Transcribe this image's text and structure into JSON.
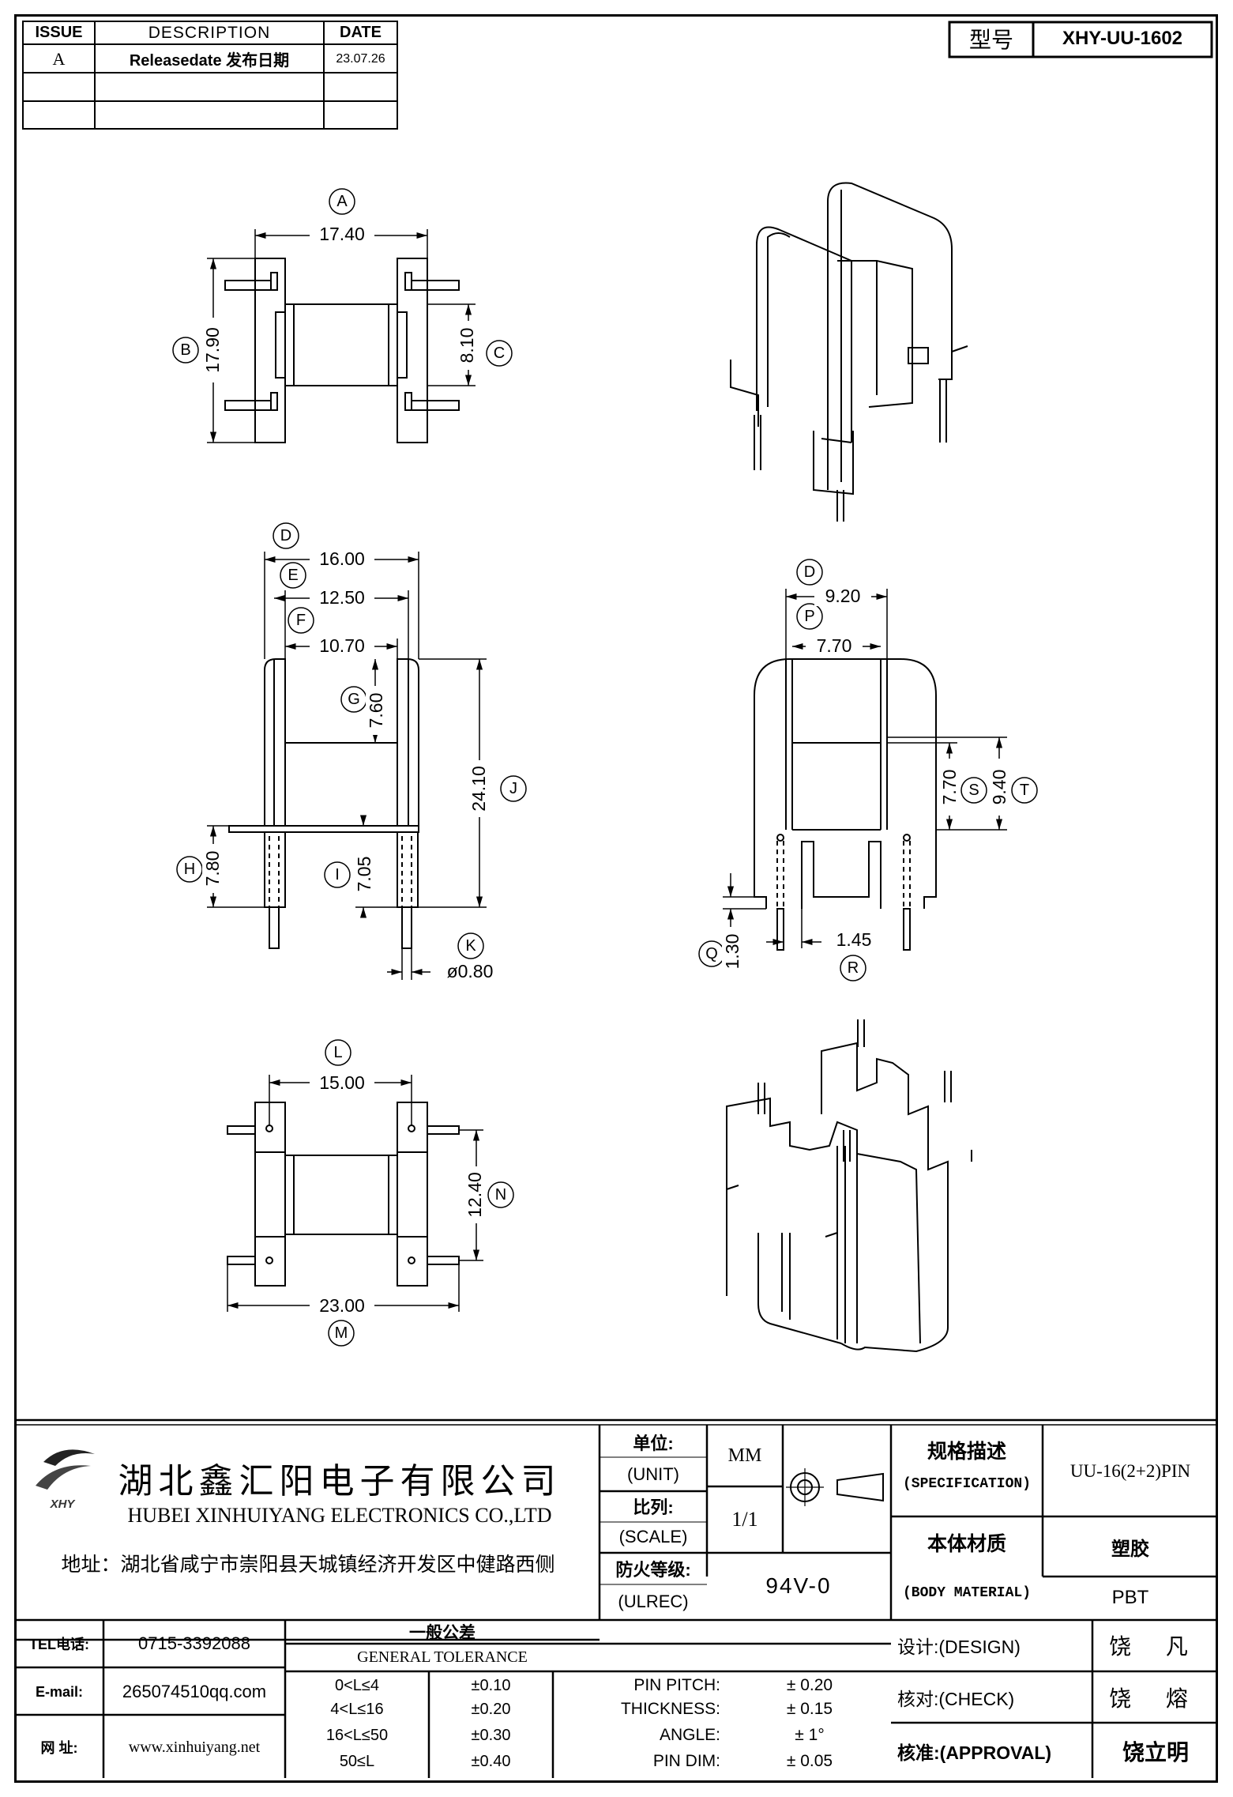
{
  "revision": {
    "headers": {
      "issue": "ISSUE",
      "description": "DESCRIPTION",
      "date": "DATE"
    },
    "rows": [
      {
        "issue": "A",
        "description": "Releasedate 发布日期",
        "date": "23.07.26"
      },
      {
        "issue": "",
        "description": "",
        "date": ""
      },
      {
        "issue": "",
        "description": "",
        "date": ""
      }
    ]
  },
  "model": {
    "label": "型号",
    "value": "XHY-UU-1602"
  },
  "dimensions": {
    "A": "17.40",
    "B": "17.90",
    "C": "8.10",
    "D": "16.00",
    "E": "12.50",
    "F": "10.70",
    "G": "7.60",
    "H": "7.80",
    "I": "7.05",
    "J": "24.10",
    "K": "ø0.80",
    "L": "15.00",
    "M": "23.00",
    "N": "12.40",
    "D2": "9.20",
    "P": "7.70",
    "S": "7.70",
    "T": "9.40",
    "Q": "1.30",
    "R": "1.45"
  },
  "markers": [
    "A",
    "B",
    "C",
    "D",
    "E",
    "F",
    "G",
    "H",
    "I",
    "J",
    "K",
    "L",
    "M",
    "N",
    "D",
    "P",
    "S",
    "T",
    "Q",
    "R"
  ],
  "company": {
    "name_cn": "湖北鑫汇阳电子有限公司",
    "name_en": "HUBEI XINHUIYANG ELECTRONICS CO.,LTD",
    "logo_text": "XHY",
    "address": "地址：湖北省咸宁市崇阳县天城镇经济开发区中健路西侧"
  },
  "title_block": {
    "unit_cn": "单位:",
    "unit_en": "(UNIT)",
    "unit_value": "MM",
    "scale_cn": "比列:",
    "scale_en": "(SCALE)",
    "scale_value": "1/1",
    "fire_cn": "防火等级:",
    "fire_en": "(ULREC)",
    "fire_value": "94V-0",
    "spec_cn": "规格描述",
    "spec_en": "(SPECIFICATION)",
    "spec_value": "UU-16(2+2)PIN",
    "material_cn": "本体材质",
    "material_en": "(BODY MATERIAL)",
    "material_value_cn": "塑胶",
    "material_value_en": "PBT"
  },
  "contact": {
    "tel_label": "TEL电话:",
    "tel": "0715-3392088",
    "email_label": "E-mail:",
    "email": "265074510qq.com",
    "web_label": "网 址:",
    "web": "www.xinhuiyang.net"
  },
  "tolerance": {
    "title_cn": "一般公差",
    "title_en": "GENERAL TOLERANCE",
    "ranges": [
      {
        "range": "0<L≤4",
        "value": "±0.10"
      },
      {
        "range": "4<L≤16",
        "value": "±0.20"
      },
      {
        "range": "16<L≤50",
        "value": "±0.30"
      },
      {
        "range": "50≤L",
        "value": "±0.40"
      }
    ],
    "specs": [
      {
        "label": "PIN PITCH:",
        "value": "± 0.20"
      },
      {
        "label": "THICKNESS:",
        "value": "± 0.15"
      },
      {
        "label": "ANGLE:",
        "value": "± 1°"
      },
      {
        "label": "PIN DIM:",
        "value": "± 0.05"
      }
    ]
  },
  "approvals": [
    {
      "label": "设计:(DESIGN)",
      "name": "饶 凡"
    },
    {
      "label": "核对:(CHECK)",
      "name": "饶 熔"
    },
    {
      "label": "核准:(APPROVAL)",
      "name": "饶立明"
    }
  ]
}
